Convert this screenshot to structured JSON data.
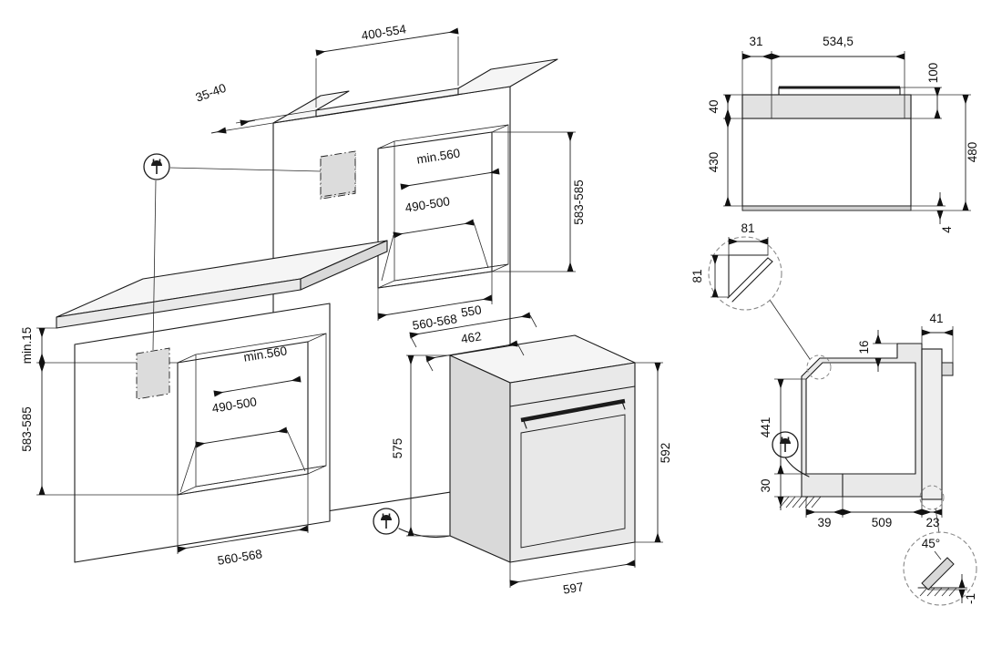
{
  "figure": {
    "type": "built-in oven installation diagram",
    "views": [
      "column-housing-isometric",
      "base-cabinet-isometric",
      "oven-isometric",
      "top-view",
      "side-section"
    ],
    "icons": {
      "power_plug": "schuko-plug-icon"
    },
    "accent_gray": "#dcdcdc",
    "line_color": "#1b1b1b"
  },
  "labels": {
    "column": {
      "vent_width": "400-554",
      "vent_depth": "35-40",
      "inner_depth": "min.560",
      "inner_width": "490-500",
      "niche_height": "583-585",
      "niche_width": "560-568"
    },
    "base": {
      "top_clearance": "min.15",
      "inner_depth": "min.560",
      "inner_width": "490-500",
      "niche_height": "583-585",
      "niche_width": "560-568"
    },
    "oven": {
      "depth_total": "550",
      "depth_body": "462",
      "height_back": "575",
      "height_front": "592",
      "width": "597"
    },
    "top_view": {
      "side_offset": "31",
      "front_width": "534,5",
      "handle_depth": "100",
      "door_depth": "40",
      "body_depth": "430",
      "total_depth": "480",
      "rear_gap": "4"
    },
    "side_view": {
      "corner_width": "81",
      "corner_height": "81",
      "top_gap": "16",
      "door_gap": "41",
      "back_height": "441",
      "plinth": "30",
      "front_gap": "39",
      "depth": "509",
      "door_thickness": "23",
      "door_angle": "45°",
      "floor_offset": "-1"
    }
  }
}
